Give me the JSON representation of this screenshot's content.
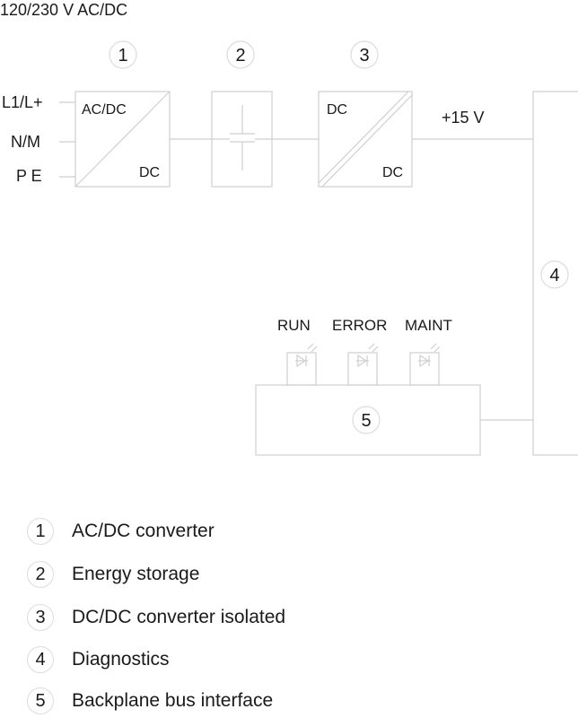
{
  "supply_label": "120/230 V AC/DC",
  "inputs": [
    "L1/L+",
    "N/M",
    "P E"
  ],
  "blocks": {
    "b1": {
      "number": "1",
      "top_text": "AC/DC",
      "bottom_text": "DC"
    },
    "b2": {
      "number": "2"
    },
    "b3": {
      "number": "3",
      "top_text": "DC",
      "bottom_text": "DC"
    },
    "b4": {
      "number": "4"
    },
    "b5": {
      "number": "5"
    }
  },
  "voltage_label": "+15 V",
  "leds": [
    "RUN",
    "ERROR",
    "MAINT"
  ],
  "legend": [
    {
      "number": "1",
      "text": "AC/DC converter"
    },
    {
      "number": "2",
      "text": "Energy storage"
    },
    {
      "number": "3",
      "text": "DC/DC converter isolated"
    },
    {
      "number": "4",
      "text": "Diagnostics"
    },
    {
      "number": "5",
      "text": "Backplane bus interface"
    }
  ]
}
